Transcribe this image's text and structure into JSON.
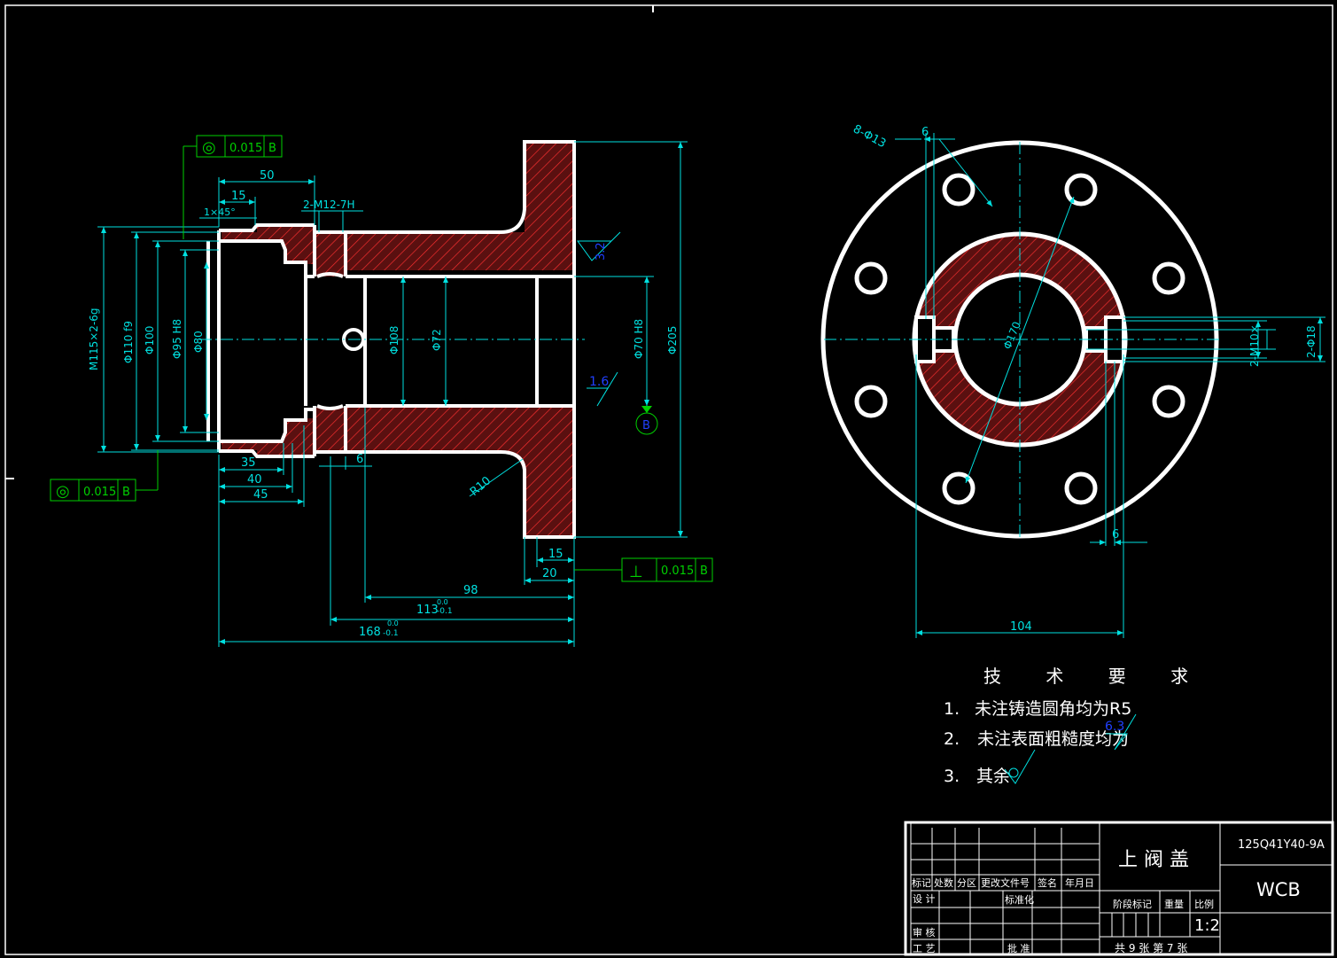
{
  "colors": {
    "background": "#000000",
    "outline": "#ffffff",
    "dimension": "#00e0e0",
    "tolerance": "#00d000",
    "hatch": "#ff3030",
    "roughness": "#2040ff",
    "highlight": "#ffff00"
  },
  "front_view": {
    "tolerance_frames": [
      {
        "symbol": "◎",
        "value": "0.015",
        "datum": "B"
      },
      {
        "symbol": "◎",
        "value": "0.015",
        "datum": "B"
      },
      {
        "symbol": "⊥",
        "value": "0.015",
        "datum": "B"
      }
    ],
    "dims": {
      "d50": "50",
      "d15top": "15",
      "chamfer": "1×45°",
      "thread": "2-M12-7H",
      "m115": "M115×2-6g",
      "d110": "Φ110 f9",
      "d100": "Φ100",
      "d95": "Φ95 H8",
      "d80": "Φ80",
      "d108": "Φ108",
      "d72": "Φ72",
      "d70": "Φ70 H8",
      "d205": "Φ205",
      "d35": "35",
      "d40": "40",
      "d45": "45",
      "d6": "6",
      "r10": "R10",
      "d15b": "15",
      "d20": "20",
      "d98": "98",
      "d113": "113",
      "d168": "168",
      "tol_upper": "0.0",
      "tol_lower": "-0.1"
    },
    "roughness": {
      "r32": "3.2",
      "r16": "1.6"
    },
    "datum_label": "B"
  },
  "side_view": {
    "dims": {
      "holes": "8-Φ13",
      "d6a": "6",
      "d170": "Φ170",
      "m10": "2-M10×",
      "d18": "2-Φ18",
      "d6b": "6",
      "d104": "104"
    }
  },
  "notes": {
    "title": "技 术 要 求",
    "items": [
      {
        "num": "1.",
        "text": "未注铸造圆角均为R5"
      },
      {
        "num": "2.",
        "text": "未注表面粗糙度均为"
      },
      {
        "num": "3.",
        "text": "其余"
      }
    ],
    "roughness_value": "6.3"
  },
  "title_block": {
    "part_name": "上 阀 盖",
    "drawing_no": "125Q41Y40-9A",
    "material": "WCB",
    "headers": [
      "标记",
      "处数",
      "分区",
      "更改文件号",
      "签名",
      "年月日"
    ],
    "design": "设 计",
    "standard": "标准化",
    "review": "审 核",
    "process": "工 艺",
    "approve": "批 准",
    "stage": "阶段标记",
    "weight": "重量",
    "scale_label": "比例",
    "scale": "1:2",
    "sheets": "共 9 张 第 7 张"
  }
}
